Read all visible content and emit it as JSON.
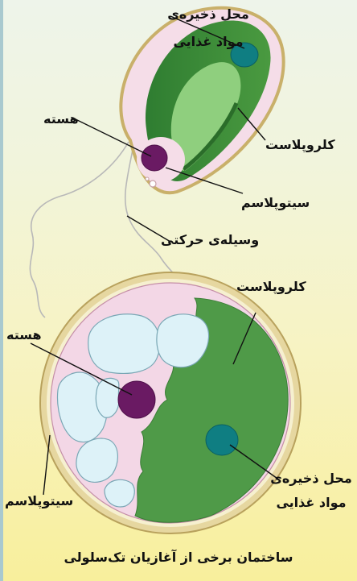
{
  "labels": {
    "top_storage": [
      "محل ذخیره‌ی",
      "مواد غذایی"
    ],
    "top_nucleus": "هسته",
    "top_chloroplast": "کلروپلاست",
    "top_cytoplasm": "سیتوپلاسم",
    "top_flagellum": "وسیله‌ی حرکتی",
    "bottom_chloroplast": "کلروپلاست",
    "bottom_nucleus": "هسته",
    "bottom_storage": [
      "محل ذخیره‌ی",
      "مواد غذایی"
    ],
    "bottom_cytoplasm": "سیتوپلاسم"
  },
  "caption": "ساختمان برخی از آغازیان تک‌سلولی",
  "colors": {
    "chloroplast": "#3f8f3c",
    "storage": "#0f7e82",
    "nucleus": "#6a1a63",
    "cytoplasm": "#f5dde8",
    "vacuole": "#ddf2f8",
    "wall": "#d8c88c"
  }
}
